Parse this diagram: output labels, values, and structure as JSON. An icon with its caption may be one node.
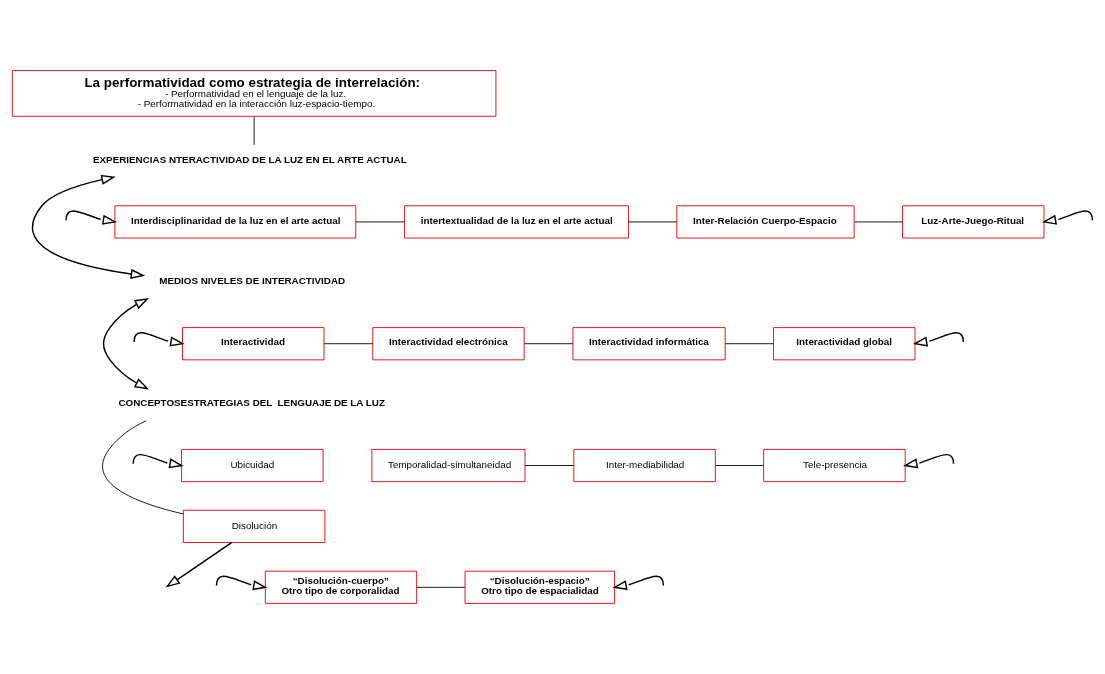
{
  "diagram": {
    "nodes": [
      {
        "text": [
          "La performatividad como estrategia de interrelación:",
          "- Performatividad en el lenguaje de la luz.",
          "- Performatividad en la interacción luz-espacio-tiempo."
        ]
      },
      {
        "text": [
          "EXPERIENCIAS NTERACTIVIDAD DE LA LUZ EN EL ARTE ACTUAL"
        ]
      },
      {
        "text": [
          "Interdisciplinaridad de la luz en el arte actual"
        ]
      },
      {
        "text": [
          "intertextualidad de la luz en el arte actual"
        ]
      },
      {
        "text": [
          "Inter-Relación Cuerpo-Espacio"
        ]
      },
      {
        "text": [
          "Luz-Arte-Juego-Ritual"
        ]
      },
      {
        "text": [
          "MEDIOS NIVELES DE INTERACTIVIDAD"
        ]
      },
      {
        "text": [
          "Interactividad"
        ]
      },
      {
        "text": [
          "Interactividad electrónica"
        ]
      },
      {
        "text": [
          "Interactividad informática"
        ]
      },
      {
        "text": [
          "Interactividad global"
        ]
      },
      {
        "text": [
          "CONCEPTOSESTRATEGIAS DEL  LENGUAJE DE LA LUZ"
        ]
      },
      {
        "text": [
          "Ubicuidad"
        ]
      },
      {
        "text": [
          "Temporalidad-simultaneidad"
        ]
      },
      {
        "text": [
          "Inter-mediabilidad"
        ]
      },
      {
        "text": [
          "Tele-presencia"
        ]
      },
      {
        "text": [
          "Disolución"
        ]
      },
      {
        "text": [
          "“Disolución-cuerpo”",
          "Otro tipo de corporalidad"
        ]
      },
      {
        "text": [
          "“Disolución-espacio”",
          "Otro tipo de espacialidad"
        ]
      }
    ],
    "edges": [
      {
        "from": 0,
        "to": 1,
        "arrow": "none"
      },
      {
        "from": 1,
        "to": 6,
        "arrow": "both"
      },
      {
        "from": 2,
        "to": 3,
        "arrow": "none"
      },
      {
        "from": 3,
        "to": 4,
        "arrow": "none"
      },
      {
        "from": 4,
        "to": 5,
        "arrow": "none"
      },
      {
        "from": null,
        "to": 2,
        "arrow": "to"
      },
      {
        "from": null,
        "to": 5,
        "arrow": "to"
      },
      {
        "from": 6,
        "to": 11,
        "arrow": "both"
      },
      {
        "from": 7,
        "to": 8,
        "arrow": "none"
      },
      {
        "from": 8,
        "to": 9,
        "arrow": "none"
      },
      {
        "from": 9,
        "to": 10,
        "arrow": "none"
      },
      {
        "from": null,
        "to": 7,
        "arrow": "to"
      },
      {
        "from": null,
        "to": 10,
        "arrow": "to"
      },
      {
        "from": 11,
        "to": 16,
        "arrow": "none"
      },
      {
        "from": 13,
        "to": 14,
        "arrow": "none"
      },
      {
        "from": 14,
        "to": 15,
        "arrow": "none"
      },
      {
        "from": null,
        "to": 12,
        "arrow": "to"
      },
      {
        "from": null,
        "to": 15,
        "arrow": "to"
      },
      {
        "from": 16,
        "to": null,
        "arrow": "to"
      },
      {
        "from": 17,
        "to": 18,
        "arrow": "none"
      },
      {
        "from": null,
        "to": 17,
        "arrow": "to"
      },
      {
        "from": null,
        "to": 18,
        "arrow": "to"
      }
    ]
  }
}
